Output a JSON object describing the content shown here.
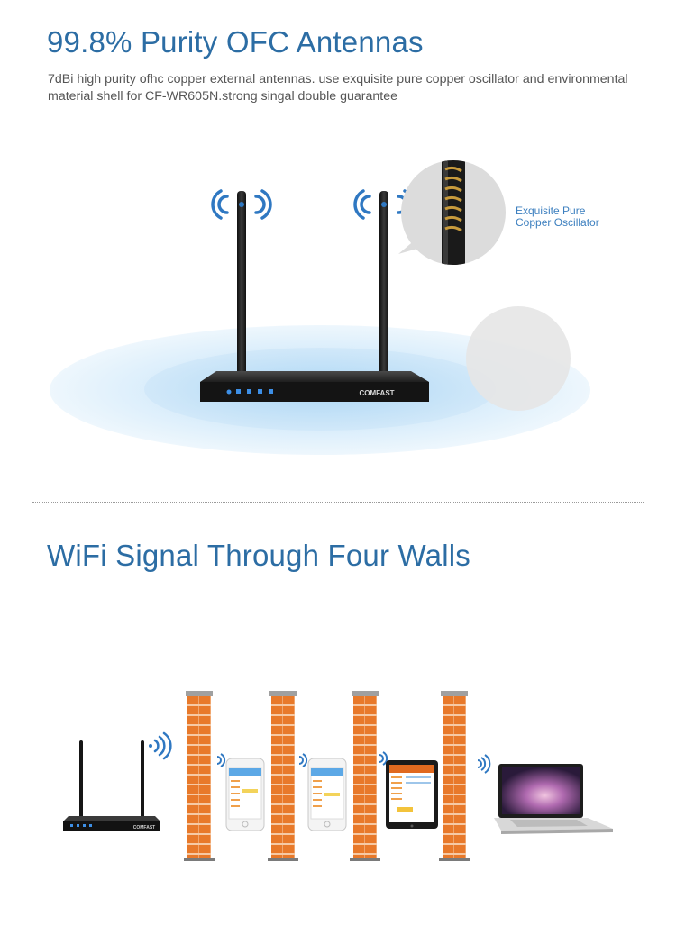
{
  "section1": {
    "title": "99.8% Purity OFC Antennas",
    "description": "7dBi high purity ofhc copper external antennas. use exquisite pure copper oscillator and environmental  material shell for CF-WR605N.strong singal double guarantee",
    "callout_line1": "Exquisite Pure",
    "callout_line2": "Copper Oscillator",
    "router_brand": "COMFAST"
  },
  "section2": {
    "title": "WiFi Signal Through Four Walls",
    "router_brand": "COMFAST"
  },
  "colors": {
    "heading": "#2c6da4",
    "callout": "#3c7fbf",
    "wall": "#e8792a",
    "signal": "#2f78c2"
  }
}
